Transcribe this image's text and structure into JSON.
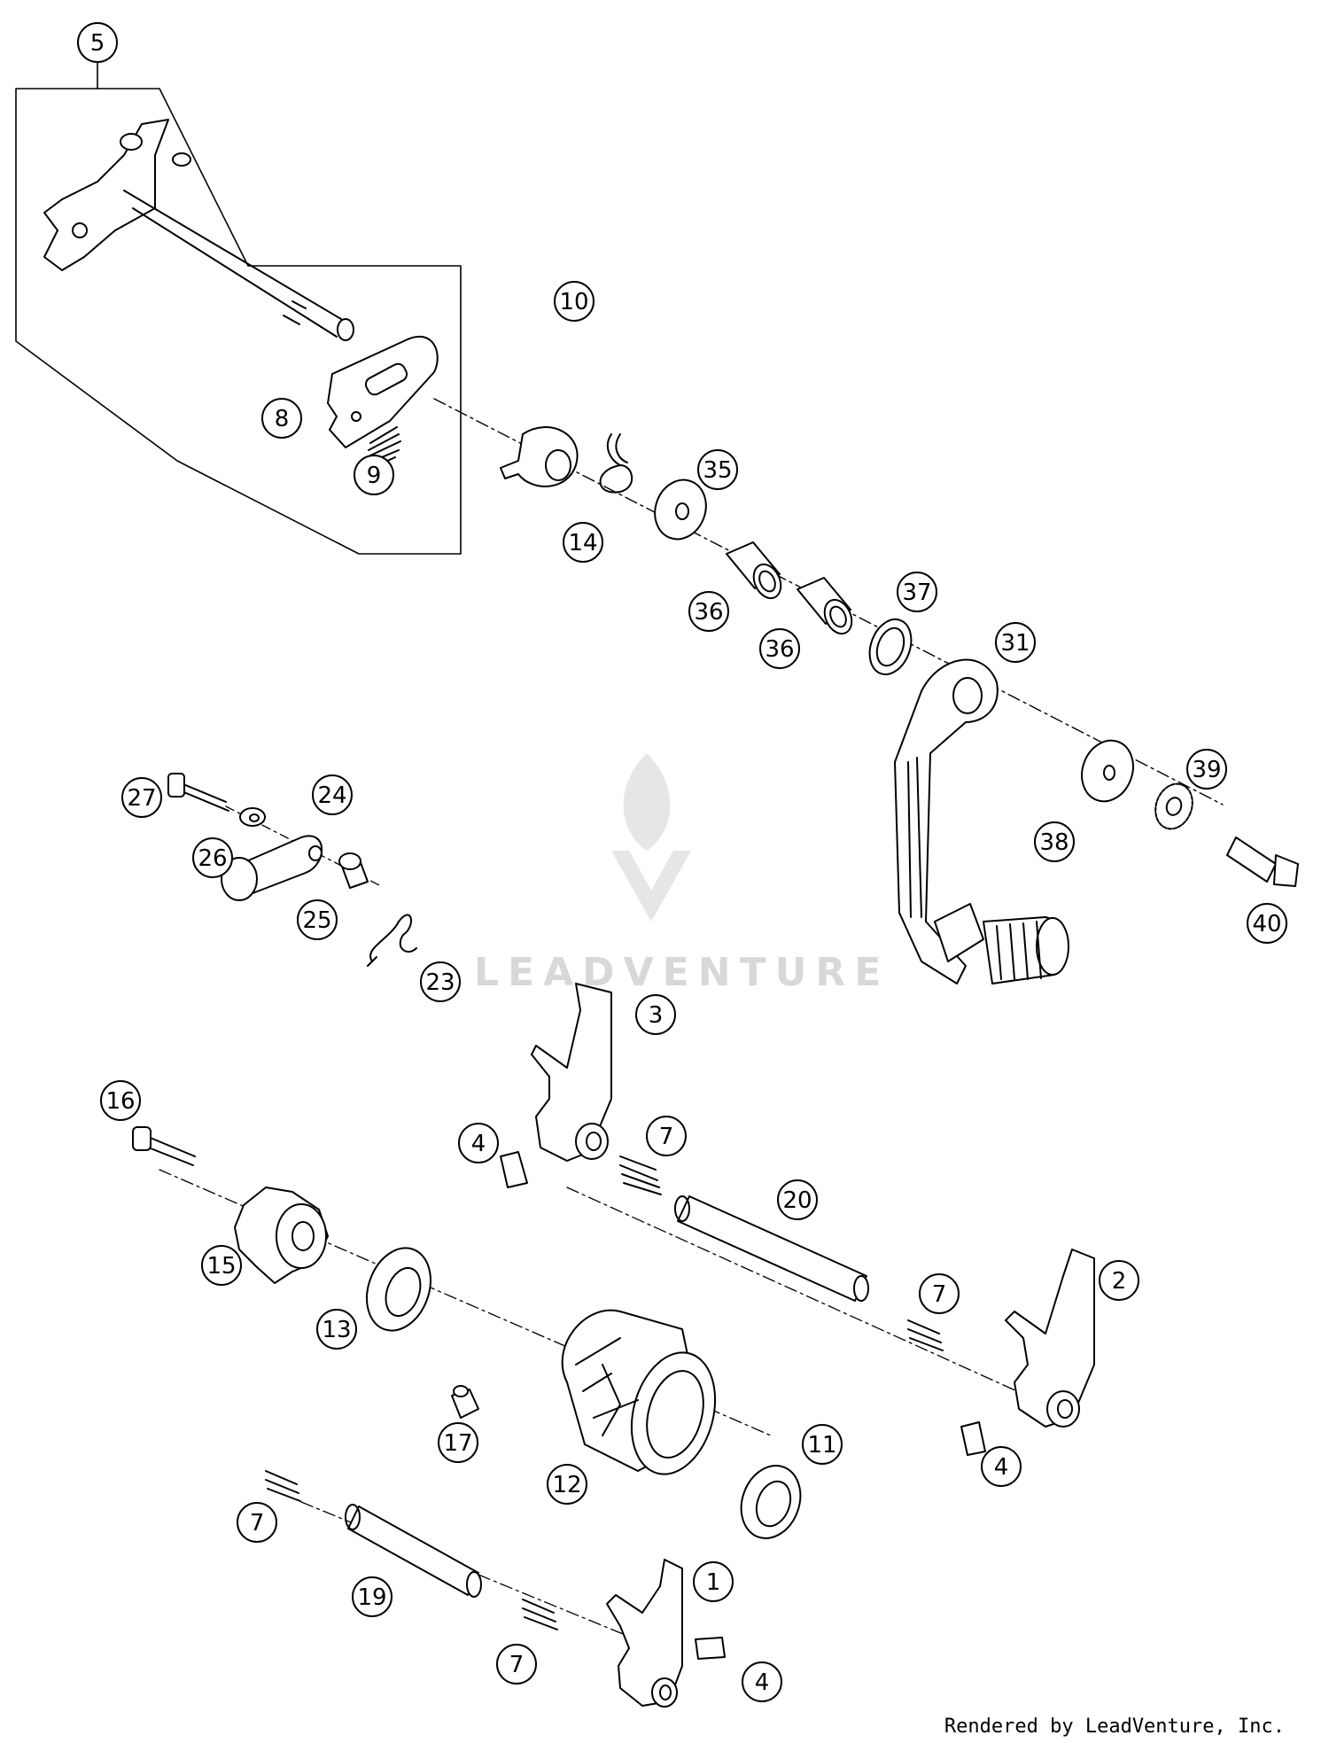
{
  "callouts": [
    {
      "n": "5"
    },
    {
      "n": "8"
    },
    {
      "n": "9"
    },
    {
      "n": "10"
    },
    {
      "n": "35"
    },
    {
      "n": "14"
    },
    {
      "n": "36"
    },
    {
      "n": "36"
    },
    {
      "n": "37"
    },
    {
      "n": "31"
    },
    {
      "n": "39"
    },
    {
      "n": "38"
    },
    {
      "n": "40"
    },
    {
      "n": "27"
    },
    {
      "n": "24"
    },
    {
      "n": "26"
    },
    {
      "n": "25"
    },
    {
      "n": "23"
    },
    {
      "n": "3"
    },
    {
      "n": "16"
    },
    {
      "n": "4"
    },
    {
      "n": "7"
    },
    {
      "n": "20"
    },
    {
      "n": "15"
    },
    {
      "n": "13"
    },
    {
      "n": "7"
    },
    {
      "n": "2"
    },
    {
      "n": "17"
    },
    {
      "n": "11"
    },
    {
      "n": "12"
    },
    {
      "n": "4"
    },
    {
      "n": "7"
    },
    {
      "n": "19"
    },
    {
      "n": "1"
    },
    {
      "n": "7"
    },
    {
      "n": "4"
    }
  ],
  "watermark": {
    "brand": "LEADVENTURE"
  },
  "credit": "Rendered by LeadVenture, Inc.",
  "colors": {
    "line": "#000000",
    "watermark": "#d8d8d8",
    "background": "#ffffff"
  }
}
